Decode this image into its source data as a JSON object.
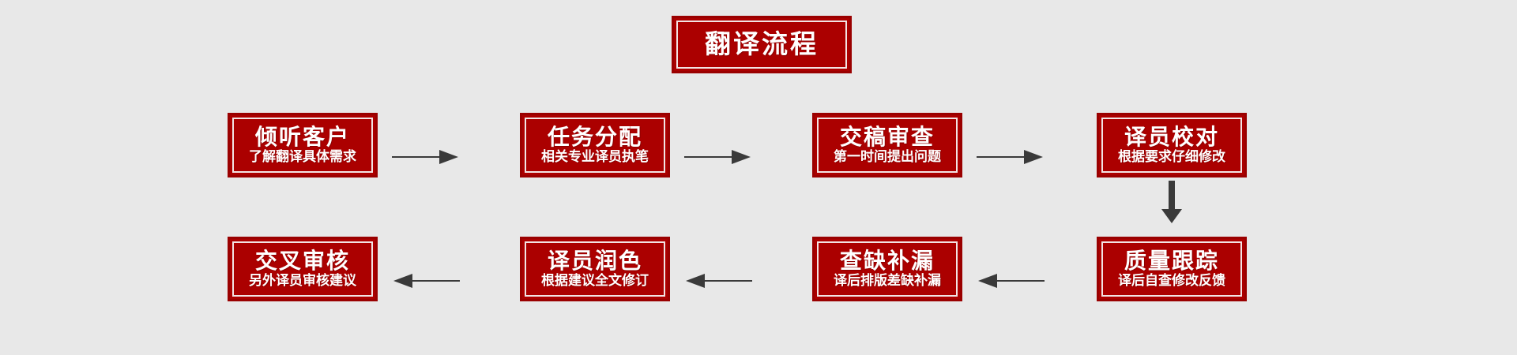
{
  "page": {
    "background_color": "#e8e8e8",
    "box_fill_color": "#ab0000",
    "box_border_color": "#9a0000",
    "box_inner_border_color": "#f2e4e4",
    "text_color": "#ffffff",
    "arrow_color": "#3a3a3a"
  },
  "title": {
    "label": "翻译流程"
  },
  "steps": [
    {
      "id": "step-1",
      "title": "倾听客户",
      "subtitle": "了解翻译具体需求",
      "row": 1,
      "order": 1
    },
    {
      "id": "step-2",
      "title": "任务分配",
      "subtitle": "相关专业译员执笔",
      "row": 1,
      "order": 2
    },
    {
      "id": "step-3",
      "title": "交稿审查",
      "subtitle": "第一时间提出问题",
      "row": 1,
      "order": 3
    },
    {
      "id": "step-4",
      "title": "译员校对",
      "subtitle": "根据要求仔细修改",
      "row": 1,
      "order": 4
    },
    {
      "id": "step-5",
      "title": "质量跟踪",
      "subtitle": "译后自查修改反馈",
      "row": 2,
      "order": 5
    },
    {
      "id": "step-6",
      "title": "查缺补漏",
      "subtitle": "译后排版差缺补漏",
      "row": 2,
      "order": 6
    },
    {
      "id": "step-7",
      "title": "译员润色",
      "subtitle": "根据建议全文修订",
      "row": 2,
      "order": 7
    },
    {
      "id": "step-8",
      "title": "交叉审核",
      "subtitle": "另外译员审核建议",
      "row": 2,
      "order": 8
    }
  ],
  "connectors": [
    {
      "id": "arrow-1-2",
      "direction": "right",
      "icon": "arrow-right-icon"
    },
    {
      "id": "arrow-2-3",
      "direction": "right",
      "icon": "arrow-right-icon"
    },
    {
      "id": "arrow-3-4",
      "direction": "right",
      "icon": "arrow-right-icon"
    },
    {
      "id": "arrow-4-5",
      "direction": "down",
      "icon": "arrow-down-icon"
    },
    {
      "id": "arrow-5-6",
      "direction": "left",
      "icon": "arrow-left-icon"
    },
    {
      "id": "arrow-6-7",
      "direction": "left",
      "icon": "arrow-left-icon"
    },
    {
      "id": "arrow-7-8",
      "direction": "left",
      "icon": "arrow-left-icon"
    }
  ]
}
